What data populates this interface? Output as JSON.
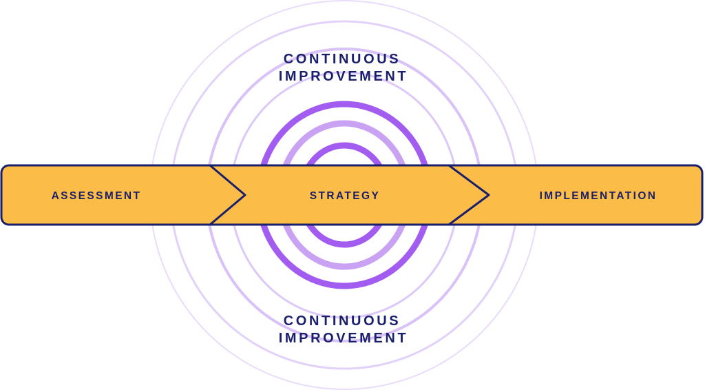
{
  "colors": {
    "navy": "#1a1f6b",
    "band_fill": "#fbbd48",
    "purple_strong": "#a25cf0",
    "purple_mid": "#c9a2f4",
    "purple_faint": "#d8c2f8"
  },
  "top_label": {
    "line1": "CONTINUOUS",
    "line2": "IMPROVEMENT"
  },
  "bottom_label": {
    "line1": "CONTINUOUS",
    "line2": "IMPROVEMENT"
  },
  "stages": [
    {
      "label": "ASSESSMENT"
    },
    {
      "label": "STRATEGY"
    },
    {
      "label": "IMPLEMENTATION"
    }
  ]
}
